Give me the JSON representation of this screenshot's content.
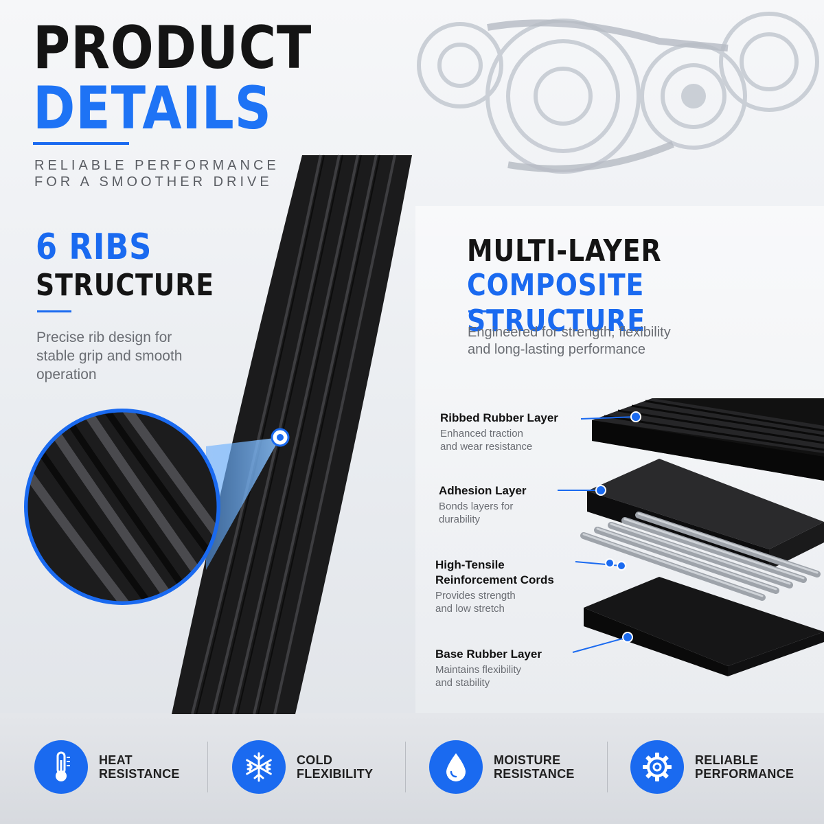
{
  "header": {
    "title_line1": "PRODUCT",
    "title_line2": "DETAILS",
    "tagline_line1": "RELIABLE PERFORMANCE",
    "tagline_line2": "FOR A SMOOTHER DRIVE"
  },
  "ribs": {
    "heading_blue": "6 RIBS",
    "heading_dark": "STRUCTURE",
    "description": "Precise rib design for stable grip and smooth operation"
  },
  "multilayer": {
    "heading_dark": "MULTI-LAYER",
    "heading_blue": "COMPOSITE STRUCTURE",
    "description": "Engineered for strength, flexibility and long-lasting performance",
    "layers": [
      {
        "name": "Ribbed Rubber Layer",
        "desc_line1": "Enhanced traction",
        "desc_line2": "and wear resistance"
      },
      {
        "name": "Adhesion Layer",
        "desc_line1": "Bonds layers for",
        "desc_line2": "durability"
      },
      {
        "name_line1": "High-Tensile",
        "name_line2": "Reinforcement Cords",
        "desc_line1": "Provides strength",
        "desc_line2": "and low stretch"
      },
      {
        "name": "Base Rubber Layer",
        "desc_line1": "Maintains flexibility",
        "desc_line2": "and stability"
      }
    ]
  },
  "features": [
    {
      "icon": "thermometer-icon",
      "line1": "HEAT",
      "line2": "RESISTANCE"
    },
    {
      "icon": "snowflake-icon",
      "line1": "COLD",
      "line2": "FLEXIBILITY"
    },
    {
      "icon": "water-drop-icon",
      "line1": "MOISTURE",
      "line2": "RESISTANCE"
    },
    {
      "icon": "gear-icon",
      "line1": "RELIABLE",
      "line2": "PERFORMANCE"
    }
  ],
  "colors": {
    "accent": "#1a6af0",
    "dark": "#141414",
    "muted_text": "#6a6d73"
  }
}
